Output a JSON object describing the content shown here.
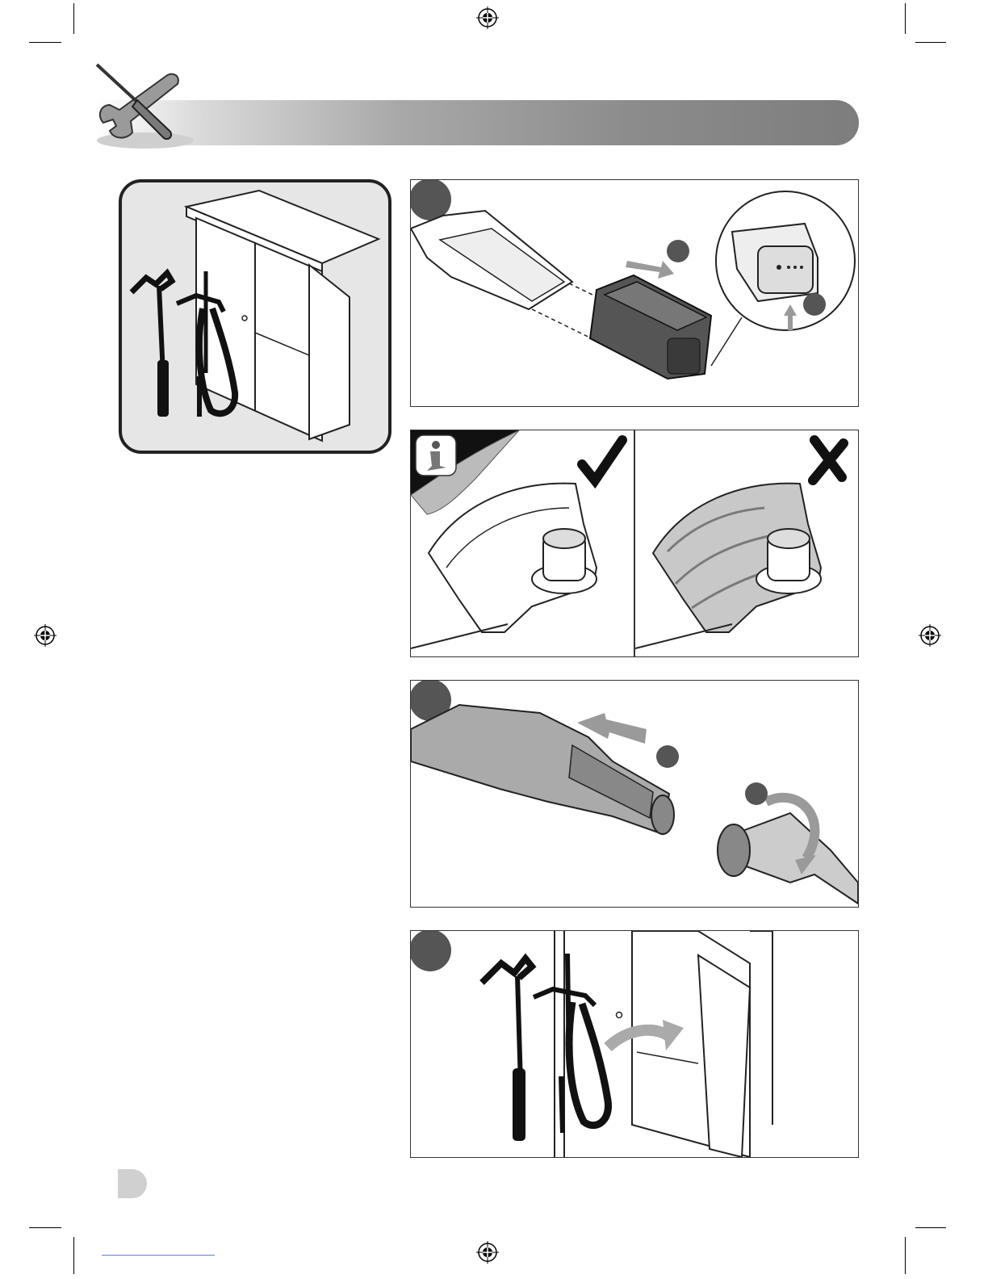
{
  "page": {
    "header": {
      "icon": "tools-icon",
      "bar_color": "#8c8c8c"
    },
    "panels": {
      "storage_overview": {
        "icon": "cabinet-storage-illustration"
      },
      "battery_removal": {
        "icon": "battery-removal-illustration"
      },
      "cleaning_ok": {
        "icon": "checkmark-icon",
        "note_icon": "info-icon"
      },
      "cleaning_not_ok": {
        "icon": "cross-icon"
      },
      "shaft_disassembly": {
        "icon": "shaft-disassembly-illustration"
      },
      "storing": {
        "icon": "storing-illustration"
      }
    },
    "colors": {
      "badge": "#555555",
      "line": "#222222",
      "tab": "#d0d0d0"
    }
  }
}
